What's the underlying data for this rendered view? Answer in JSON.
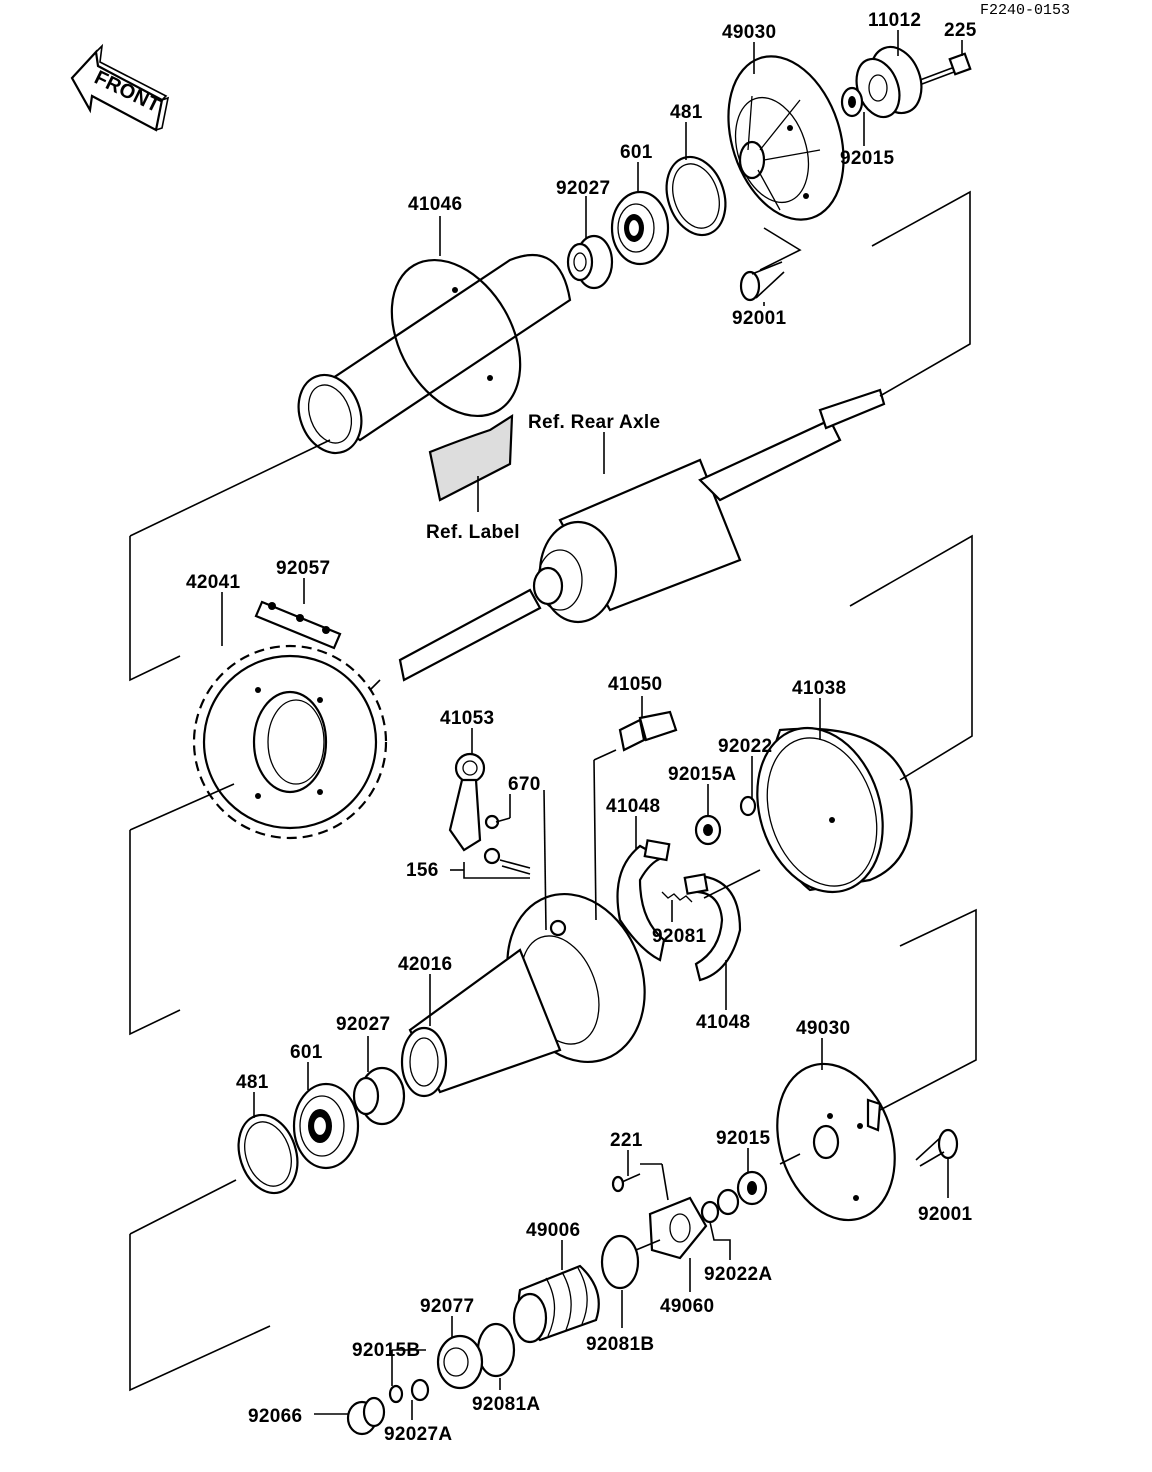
{
  "diagram": {
    "code": "F2240-0153",
    "front_label": "FRONT",
    "references": {
      "rear_axle": "Ref. Rear Axle",
      "label": "Ref. Label"
    },
    "parts": [
      {
        "id": "p49030a",
        "number": "49030"
      },
      {
        "id": "p11012",
        "number": "11012"
      },
      {
        "id": "p225",
        "number": "225"
      },
      {
        "id": "p481a",
        "number": "481"
      },
      {
        "id": "p601a",
        "number": "601"
      },
      {
        "id": "p92015a",
        "number": "92015"
      },
      {
        "id": "p92027a",
        "number": "92027"
      },
      {
        "id": "p41046",
        "number": "41046"
      },
      {
        "id": "p92001a",
        "number": "92001"
      },
      {
        "id": "p92057",
        "number": "92057"
      },
      {
        "id": "p42041",
        "number": "42041"
      },
      {
        "id": "p41050",
        "number": "41050"
      },
      {
        "id": "p41038",
        "number": "41038"
      },
      {
        "id": "p41053",
        "number": "41053"
      },
      {
        "id": "p92022",
        "number": "92022"
      },
      {
        "id": "p92015A",
        "number": "92015A"
      },
      {
        "id": "p670",
        "number": "670"
      },
      {
        "id": "p41048a",
        "number": "41048"
      },
      {
        "id": "p156",
        "number": "156"
      },
      {
        "id": "p92081",
        "number": "92081"
      },
      {
        "id": "p42016",
        "number": "42016"
      },
      {
        "id": "p41048b",
        "number": "41048"
      },
      {
        "id": "p49030b",
        "number": "49030"
      },
      {
        "id": "p92027b",
        "number": "92027"
      },
      {
        "id": "p601b",
        "number": "601"
      },
      {
        "id": "p481b",
        "number": "481"
      },
      {
        "id": "p221",
        "number": "221"
      },
      {
        "id": "p92015b",
        "number": "92015"
      },
      {
        "id": "p92001b",
        "number": "92001"
      },
      {
        "id": "p49006",
        "number": "49006"
      },
      {
        "id": "p92022A",
        "number": "92022A"
      },
      {
        "id": "p49060",
        "number": "49060"
      },
      {
        "id": "p92077",
        "number": "92077"
      },
      {
        "id": "p92081B",
        "number": "92081B"
      },
      {
        "id": "p92015B",
        "number": "92015B"
      },
      {
        "id": "p92081A",
        "number": "92081A"
      },
      {
        "id": "p92066",
        "number": "92066"
      },
      {
        "id": "p92027A",
        "number": "92027A"
      }
    ]
  }
}
